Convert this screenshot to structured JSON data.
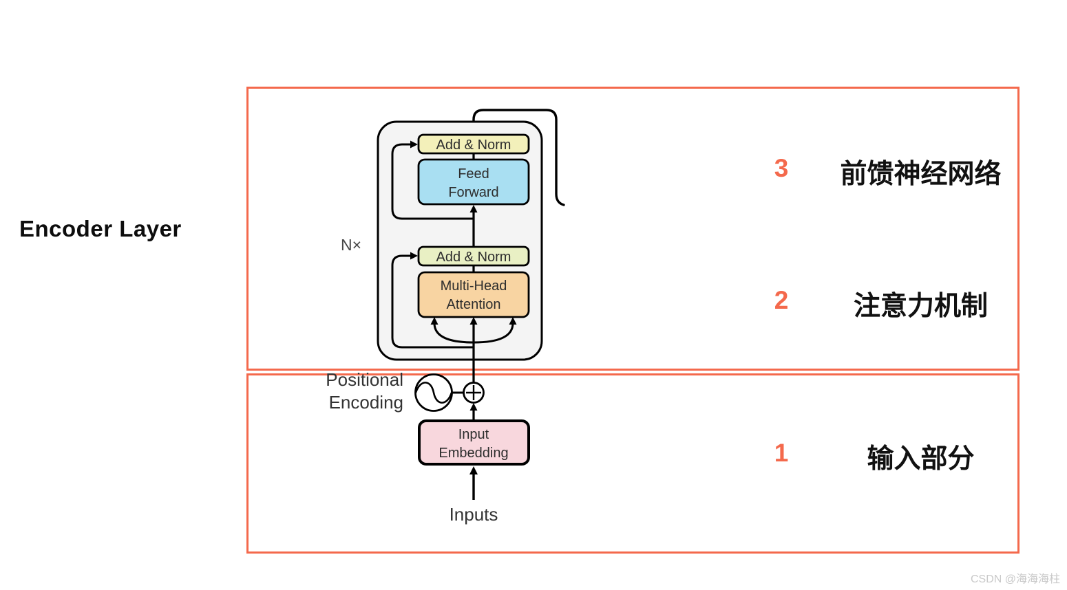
{
  "page": {
    "title": "Encoder Layer",
    "watermark": "CSDN @海海海柱"
  },
  "diagram": {
    "n_label": "N×",
    "positional_line1": "Positional",
    "positional_line2": "Encoding",
    "inputs_label": "Inputs",
    "boxes": {
      "add_norm_top": "Add & Norm",
      "feed_forward_line1": "Feed",
      "feed_forward_line2": "Forward",
      "add_norm_bottom": "Add & Norm",
      "attention_line1": "Multi-Head",
      "attention_line2": "Attention",
      "embedding_line1": "Input",
      "embedding_line2": "Embedding"
    },
    "colors": {
      "accent": "#f4694c",
      "add_norm_top": "#f3f0ba",
      "add_norm_bottom": "#e9f0c4",
      "feed_forward": "#a9dff2",
      "attention": "#f8d4a2",
      "embedding": "#f8d7dd",
      "container": "#f4f4f4"
    }
  },
  "annotations": [
    {
      "number": "3",
      "label": "前馈神经网络"
    },
    {
      "number": "2",
      "label": "注意力机制"
    },
    {
      "number": "1",
      "label": "输入部分"
    }
  ]
}
